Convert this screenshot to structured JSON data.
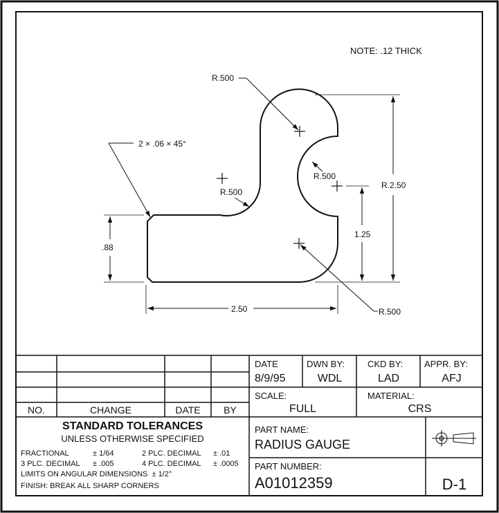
{
  "note": "NOTE: .12 THICK",
  "dimensions": {
    "r_top": "R.500",
    "r_notch": "R.500",
    "r_inner": "R.500",
    "r_bottom": "R.500",
    "chamfer": "2 × .06 × 45°",
    "r_overall": "R.2.50",
    "notch_height": "1.25",
    "arm_height": ".88",
    "arm_length": "2.50"
  },
  "revision_table": {
    "headers": {
      "no": "NO.",
      "change": "CHANGE",
      "date": "DATE",
      "by": "BY"
    }
  },
  "tolerances": {
    "title": "STANDARD TOLERANCES",
    "subtitle": "UNLESS OTHERWISE SPECIFIED",
    "fractional_label": "FRACTIONAL",
    "fractional_value": "± 1/64",
    "two_plc_label": "2 PLC. DECIMAL",
    "two_plc_value": "± .01",
    "three_plc_label": "3 PLC. DECIMAL",
    "three_plc_value": "± .005",
    "four_plc_label": "4 PLC. DECIMAL",
    "four_plc_value": "± .0005",
    "angular": "LIMITS ON ANGULAR DIMENSIONS  ± 1/2°",
    "finish": "FINISH: BREAK ALL SHARP CORNERS"
  },
  "title_block": {
    "date_label": "DATE",
    "date_value": "8/9/95",
    "dwn_label": "DWN BY:",
    "dwn_value": "WDL",
    "ckd_label": "CKD BY:",
    "ckd_value": "LAD",
    "appr_label": "APPR. BY:",
    "appr_value": "AFJ",
    "scale_label": "SCALE:",
    "scale_value": "FULL",
    "material_label": "MATERIAL:",
    "material_value": "CRS",
    "part_name_label": "PART NAME:",
    "part_name_value": "RADIUS GAUGE",
    "part_number_label": "PART NUMBER:",
    "part_number_value": "A01012359",
    "sheet_size": "D-1"
  }
}
